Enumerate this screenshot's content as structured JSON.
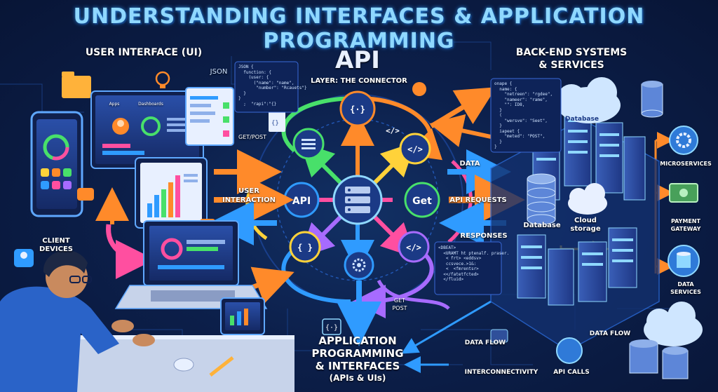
{
  "title": "UNDERSTANDING INTERFACES & APPLICATION PROGRAMMING",
  "sections": {
    "ui": "USER INTERFACE (UI)",
    "api_big": "API",
    "api_layer": "LAYER: THE CONNECTOR",
    "backend_line1": "BACK-END SYSTEMS",
    "backend_line2": "& SERVICES"
  },
  "left_labels": {
    "json": "JSON",
    "get_post": "GET/POST",
    "client_line1": "CLIENT",
    "client_line2": "DEVICES",
    "user_line1": "USER",
    "user_line2": "INTERACTION",
    "app_apps": "Apps",
    "app_dashboard": "Dashboards"
  },
  "hub": {
    "api_node": "API",
    "get_node": "Get",
    "braces": "{ }",
    "code": "</>",
    "braces_code": "{·}"
  },
  "flow_labels": {
    "data": "DATA",
    "api_requests": "API REQUESTS",
    "responses": "RESPONSES",
    "get": "GET",
    "post": "POST",
    "data_flow_left": "DATA FLOW",
    "data_flow_right": "DATA FLOW",
    "interconnectivity": "INTERCONNECTIVITY",
    "api_calls": "API CALLS"
  },
  "backend": {
    "database_top": "Database",
    "database": "Database",
    "cloud_line1": "Cloud",
    "cloud_line2": "storage",
    "microservices": "MICROSERVICES",
    "payment_line1": "PAYMENT",
    "payment_line2": "GATEWAY",
    "data_services_line1": "DATA",
    "data_services_line2": "SERVICES"
  },
  "bottom_center": {
    "line1": "APPLICATION",
    "line2": "PROGRAMMING",
    "line3": "& INTERFACES",
    "line4": "(APIs & UIs)"
  },
  "code_snippets": {
    "left": "JSON {\n  function: {\n    (user: {\n      (\"name\": \"name\",\n       \"number\": \"Rcauets\"}\n  }\n}\n  ;  \"rapi\":\"{}",
    "right": "onape {\n  name: {\n    \"netreen\": \"rgdee\",\n    \"nameer\": \"rame\",\n    \"\": ID8,\n  }\n  (\n    \"wersve\": \"Seet\",\n  }\n  iapeet {\n    \"meted\": \"POST\",\n  }\n}",
    "bottom": "<DBEAT>\n  <URAMT ht ptenalf. praser.\n   < frt> <eddsv>\n   ccsvece.>1&:\n   <  <fmrentsr>\n  <</fatetfcted>\n  </fluid>"
  },
  "colors": {
    "background": "#0b1a3e",
    "title": "#8fd8ff",
    "orange": "#ff8a2a",
    "blue": "#2f9bff",
    "pink": "#ff4fa0",
    "green": "#48e06a",
    "purple": "#a76bff",
    "yellow": "#ffd23a",
    "node": "#1b3a86"
  },
  "icons": [
    "folder-icon",
    "lightbulb-icon",
    "phone-icon",
    "laptop-icon",
    "monitor-icon",
    "tablet-icon",
    "person-icon",
    "database-icon",
    "cloud-icon",
    "server-icon",
    "gear-icon",
    "money-icon",
    "chat-icon",
    "mouse-icon",
    "pen-icon"
  ]
}
